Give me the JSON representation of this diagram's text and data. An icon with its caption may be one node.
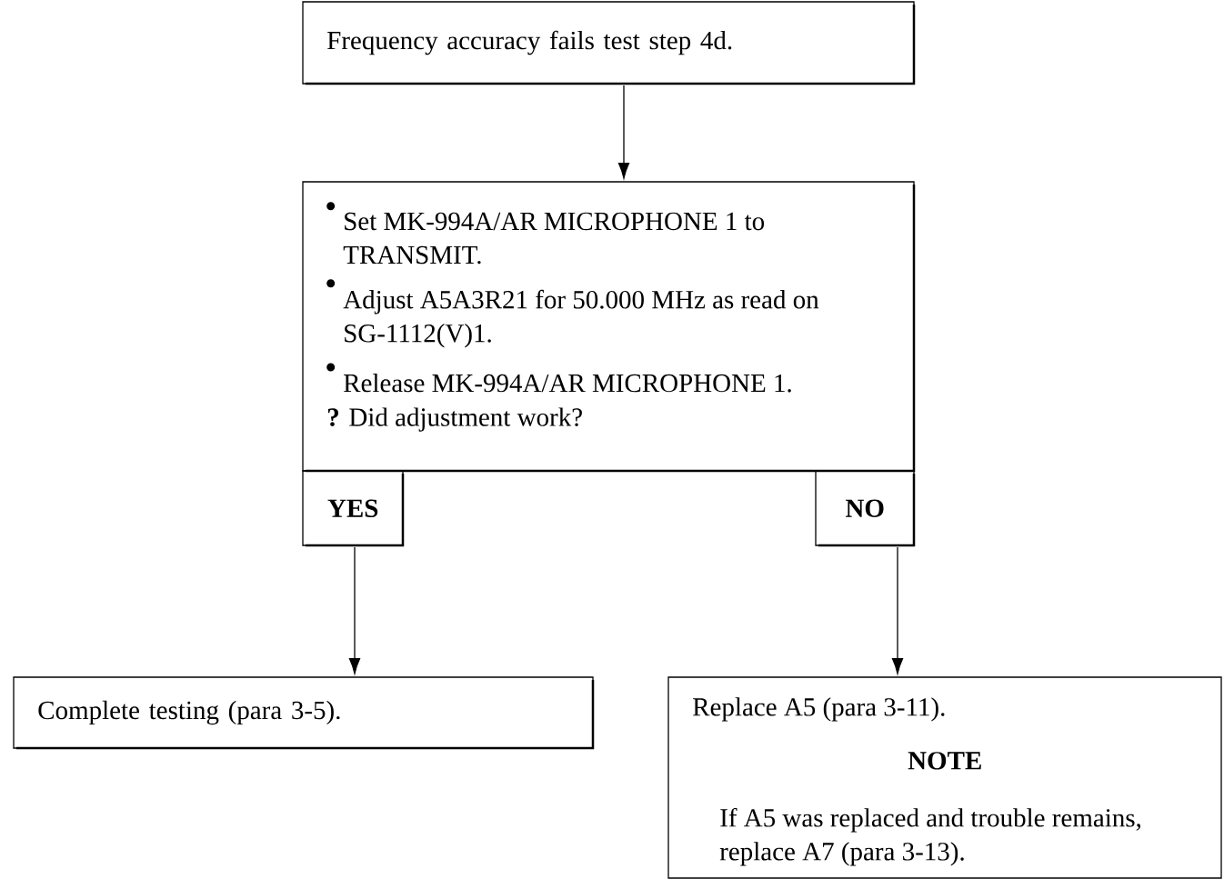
{
  "diagram": {
    "nodes": [
      {
        "text": [
          "Frequency accuracy fails test step 4d."
        ]
      },
      {
        "text": [
          "Set MK-994A/AR MICROPHONE 1 to TRANSMIT.",
          "Adjust A5A3R21 for 50.000 MHz as read on SG-1112(V)1.",
          "Release MK-994A/AR MICROPHONE 1.",
          "**?** Did adjustment work?"
        ]
      },
      {
        "text": [
          "YES"
        ]
      },
      {
        "text": [
          "NO"
        ]
      },
      {
        "text": [
          "Complete testing (para 3-5)."
        ]
      },
      {
        "text": [
          "Replace A5 (para 3-11).",
          "NOTE",
          "If A5 was replaced and trouble remains, replace A7 (para 3-13)."
        ]
      }
    ],
    "edges": [
      {
        "from": 0,
        "to": 1,
        "arrow": "to"
      },
      {
        "from": 2,
        "to": 4,
        "arrow": "to"
      },
      {
        "from": 3,
        "to": 5,
        "arrow": "to"
      }
    ]
  }
}
